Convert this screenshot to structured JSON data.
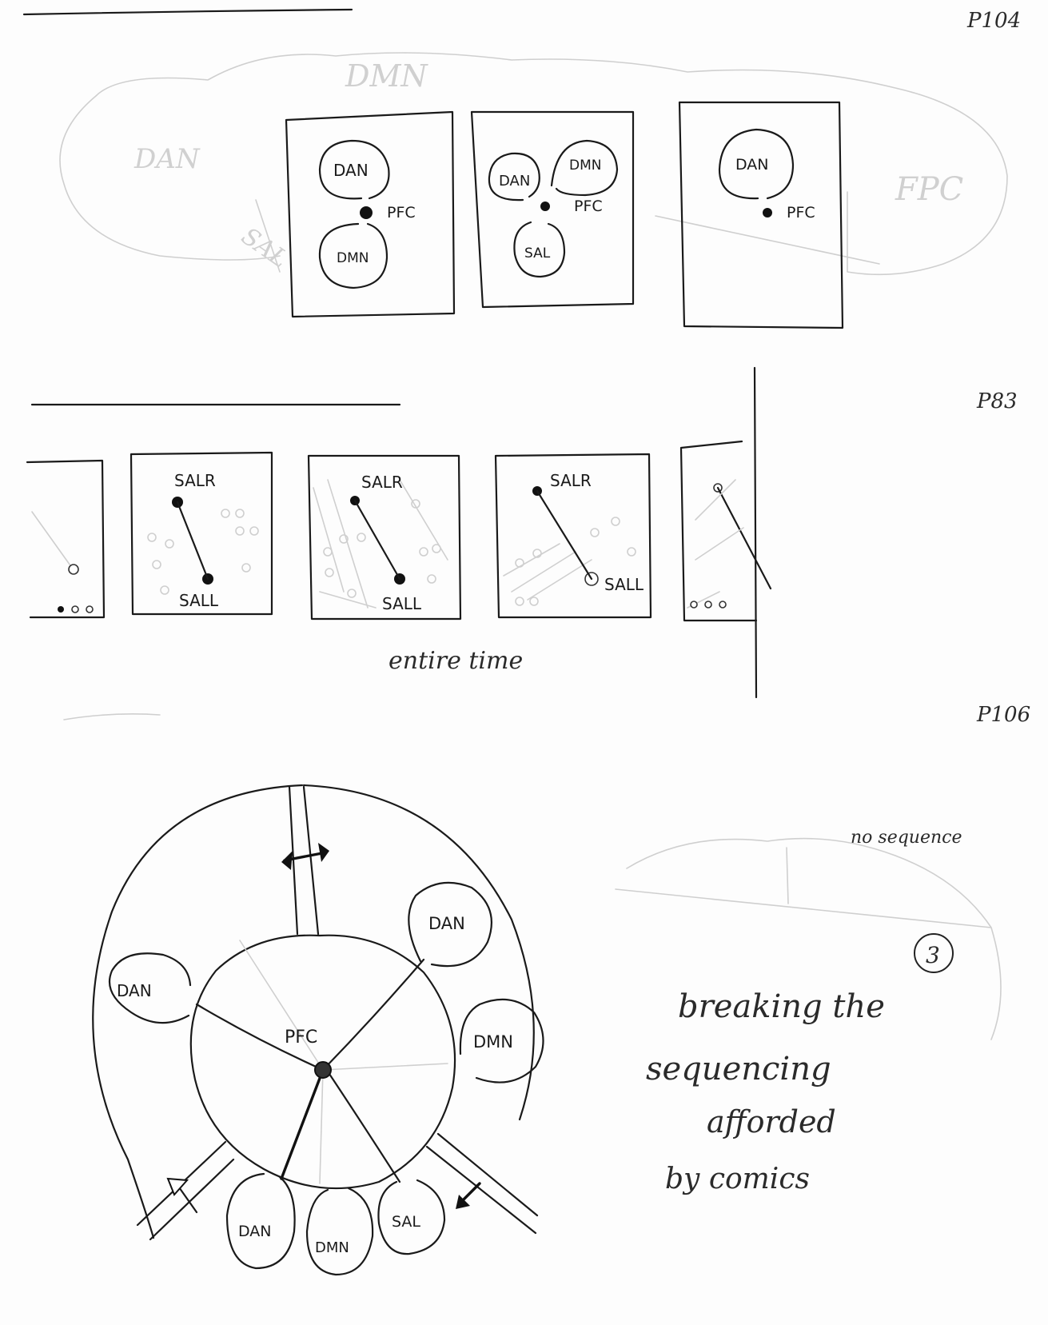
{
  "pages": {
    "p104": "P104",
    "p83": "P83",
    "p106": "P106"
  },
  "top_row": {
    "background_labels": [
      "DMN",
      "DAN",
      "SAL",
      "FPC"
    ],
    "panels": [
      {
        "nodes": [
          "DAN",
          "DMN"
        ],
        "hub": "PFC"
      },
      {
        "nodes": [
          "DAN",
          "DMN",
          "SAL"
        ],
        "hub": "PFC"
      },
      {
        "nodes": [
          "DAN"
        ],
        "hub": "PFC"
      }
    ]
  },
  "middle_row": {
    "panels": [
      {
        "top": "SALR",
        "bottom": "SALL"
      },
      {
        "top": "SALR",
        "bottom": "SALL"
      },
      {
        "top": "SALR",
        "bottom": "SALL"
      }
    ],
    "caption": "entire time"
  },
  "bottom": {
    "hub": "PFC",
    "satellites": [
      "DAN",
      "DAN",
      "DMN",
      "DAN",
      "DMN",
      "SAL"
    ],
    "note_small": "no sequence",
    "note_number": "3",
    "note_lines": [
      "breaking the",
      "sequencing",
      "afforded",
      "by comics"
    ]
  }
}
